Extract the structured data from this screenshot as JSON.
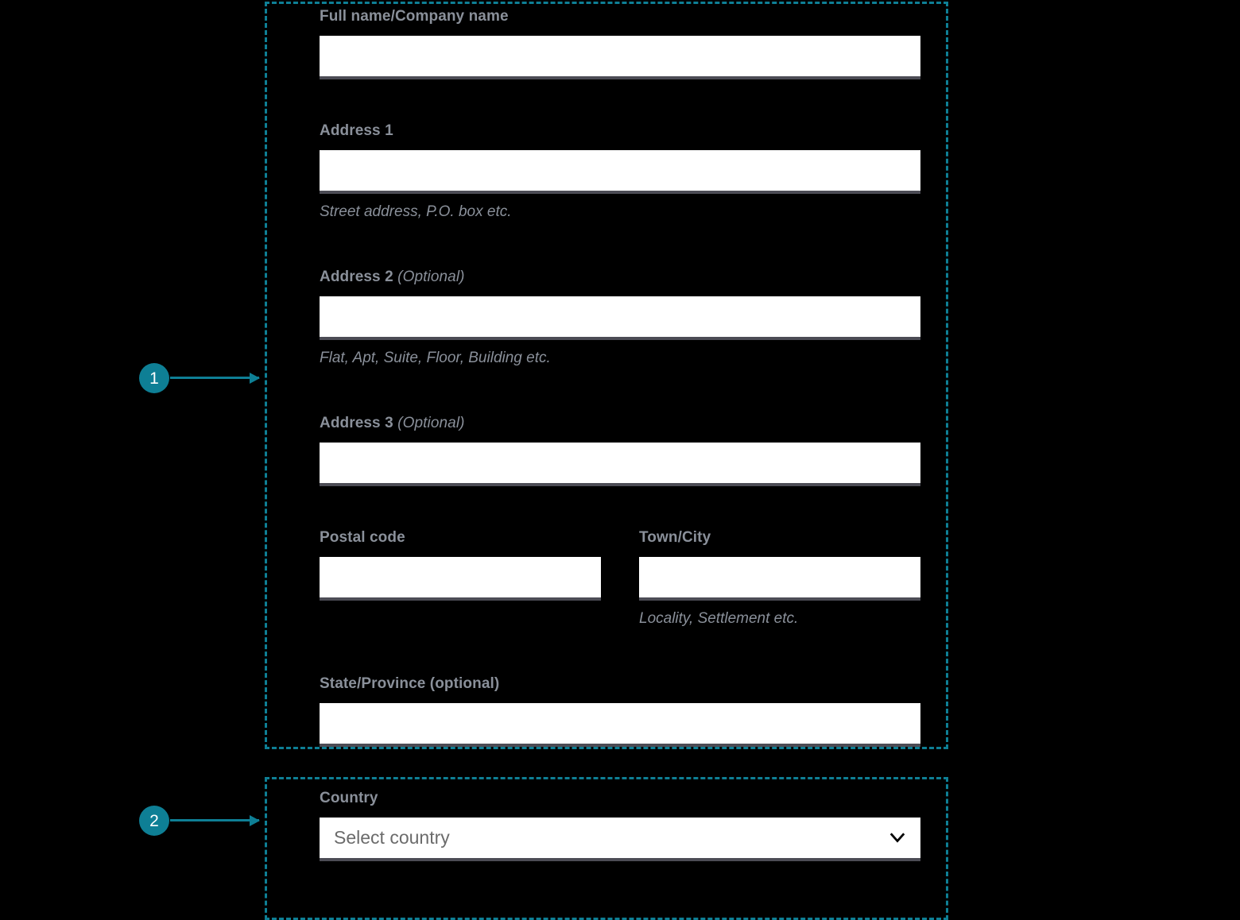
{
  "theme": {
    "background": "#000000",
    "accent": "#0e7f95",
    "label_color": "#8a909a",
    "input_background": "#ffffff",
    "input_underline": "#4c4c55",
    "placeholder_color": "#6b6b6b"
  },
  "annotations": {
    "markers": [
      {
        "number": "1",
        "target": "address-group"
      },
      {
        "number": "2",
        "target": "country-group"
      }
    ]
  },
  "form": {
    "fields": {
      "full_name": {
        "label": "Full name/Company name",
        "value": "",
        "placeholder": ""
      },
      "address1": {
        "label": "Address 1",
        "value": "",
        "placeholder": "",
        "hint": "Street address, P.O. box etc."
      },
      "address2": {
        "label": "Address 2",
        "optional_suffix": "(Optional)",
        "value": "",
        "placeholder": "",
        "hint": "Flat, Apt, Suite, Floor, Building etc."
      },
      "address3": {
        "label": "Address 3",
        "optional_suffix": "(Optional)",
        "value": "",
        "placeholder": ""
      },
      "postal_code": {
        "label": "Postal code",
        "value": "",
        "placeholder": ""
      },
      "town_city": {
        "label": "Town/City",
        "value": "",
        "placeholder": "",
        "hint": "Locality, Settlement etc."
      },
      "state_province": {
        "label": "State/Province (optional)",
        "value": "",
        "placeholder": ""
      },
      "country": {
        "label": "Country",
        "selected_value": "Select country",
        "icon": "chevron-down-icon"
      }
    }
  }
}
